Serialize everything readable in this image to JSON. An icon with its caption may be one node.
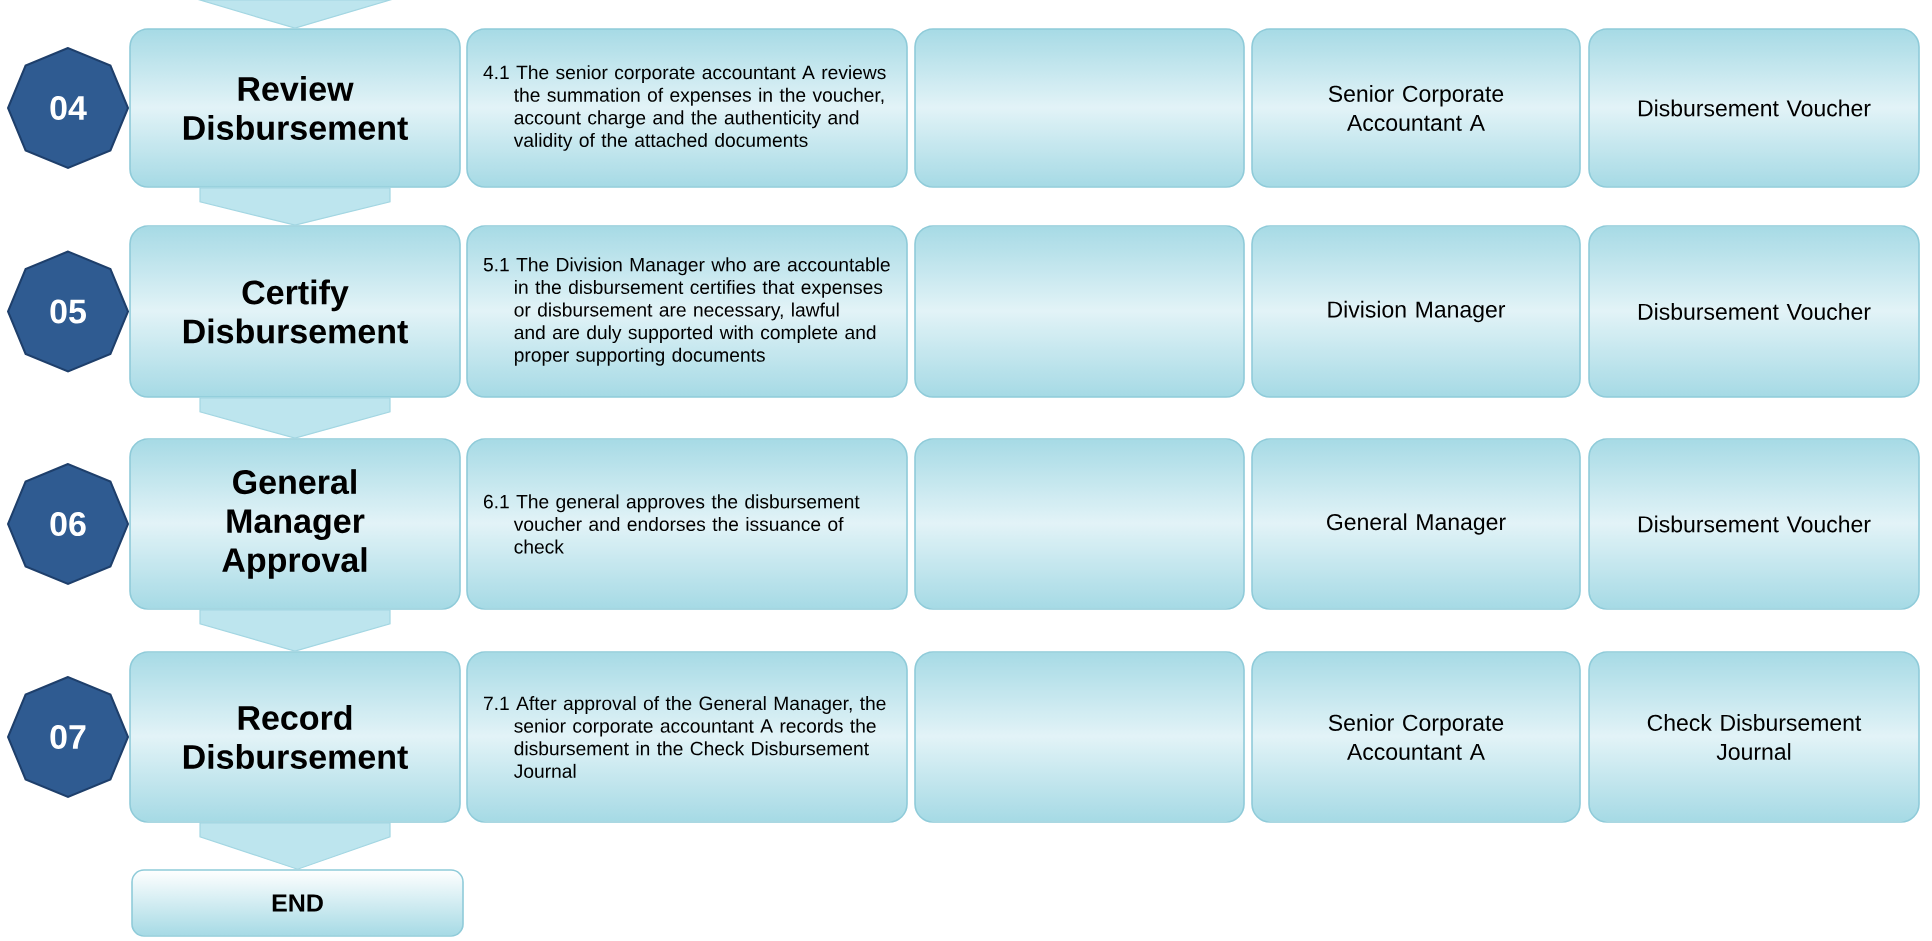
{
  "diagram": {
    "nodes": [
      {
        "text": [
          "04"
        ]
      },
      {
        "text": [
          "Review Disbursement"
        ]
      },
      {
        "text": [
          "4.1 The senior corporate accountant A reviews the summation of expenses in the voucher, account charge and the authenticity and validity of the attached documents"
        ]
      },
      {
        "text": [],
        "shape": "box"
      },
      {
        "text": [
          "Senior Corporate Accountant A"
        ]
      },
      {
        "text": [
          "Disbursement Voucher"
        ]
      },
      {
        "text": [
          "05"
        ]
      },
      {
        "text": [
          "Certify Disbursement"
        ]
      },
      {
        "text": [
          "5.1 The Division Manager who are accountable in the disbursement certifies that expenses or disbursement are necessary, lawful and are duly supported with complete and proper supporting documents"
        ]
      },
      {
        "text": [],
        "shape": "box"
      },
      {
        "text": [
          "Division Manager"
        ]
      },
      {
        "text": [
          "Disbursement Voucher"
        ]
      },
      {
        "text": [
          "06"
        ]
      },
      {
        "text": [
          "General Manager Approval"
        ]
      },
      {
        "text": [
          "6.1 The general approves the disbursement voucher and endorses the issuance of check"
        ]
      },
      {
        "text": [],
        "shape": "box"
      },
      {
        "text": [
          "General Manager"
        ]
      },
      {
        "text": [
          "Disbursement Voucher"
        ]
      },
      {
        "text": [
          "07"
        ]
      },
      {
        "text": [
          "Record Disbursement"
        ]
      },
      {
        "text": [
          "7.1 After approval of the General Manager, the senior corporate accountant A records the disbursement in the Check Disbursement Journal"
        ]
      },
      {
        "text": [],
        "shape": "box"
      },
      {
        "text": [
          "Senior Corporate Accountant A"
        ]
      },
      {
        "text": [
          "Check Disbursement Journal"
        ]
      },
      {
        "text": [
          "END"
        ]
      }
    ],
    "edges": [
      {
        "from": null,
        "to": 1,
        "arrow": "to"
      },
      {
        "from": 1,
        "to": 7,
        "arrow": "to"
      },
      {
        "from": 7,
        "to": 13,
        "arrow": "to"
      },
      {
        "from": 13,
        "to": 19,
        "arrow": "to"
      },
      {
        "from": 19,
        "to": 24,
        "arrow": "to"
      }
    ]
  }
}
